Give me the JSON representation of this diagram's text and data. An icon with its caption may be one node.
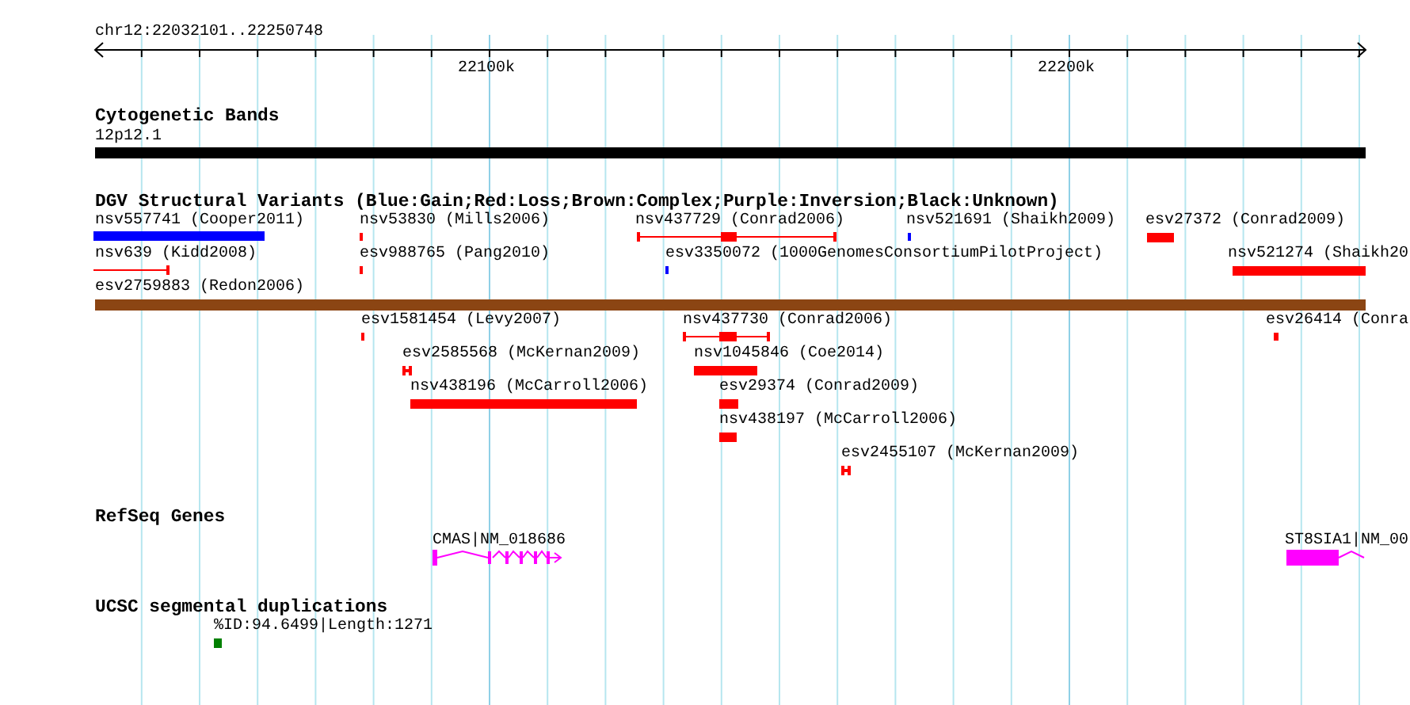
{
  "diagram": {
    "labels": [
      "chr12:22032101..22250748",
      "22100k",
      "22200k",
      "Cytogenetic Bands",
      "12p12.1",
      "DGV Structural Variants (Blue:Gain;Red:Loss;Brown:Complex;Purple:Inversion;Black:Unknown)",
      "nsv557741 (Cooper2011)",
      "nsv53830 (Mills2006)",
      "nsv437729 (Conrad2006)",
      "nsv521691 (Shaikh2009)",
      "esv27372 (Conrad2009)",
      "nsv639 (Kidd2008)",
      "esv988765 (Pang2010)",
      "esv3350072 (1000GenomesConsortiumPilotProject)",
      "nsv521274 (Shaikh20",
      "esv2759883 (Redon2006)",
      "esv1581454 (Levy2007)",
      "nsv437730 (Conrad2006)",
      "esv26414 (Conra",
      "esv2585568 (McKernan2009)",
      "nsv1045846 (Coe2014)",
      "nsv438196 (McCarroll2006)",
      "esv29374 (Conrad2009)",
      "nsv438197 (McCarroll2006)",
      "esv2455107 (McKernan2009)",
      "RefSeq Genes",
      "CMAS|NM_018686",
      "ST8SIA1|NM_00",
      "UCSC segmental duplications",
      "%ID:94.6499|Length:1271"
    ]
  }
}
